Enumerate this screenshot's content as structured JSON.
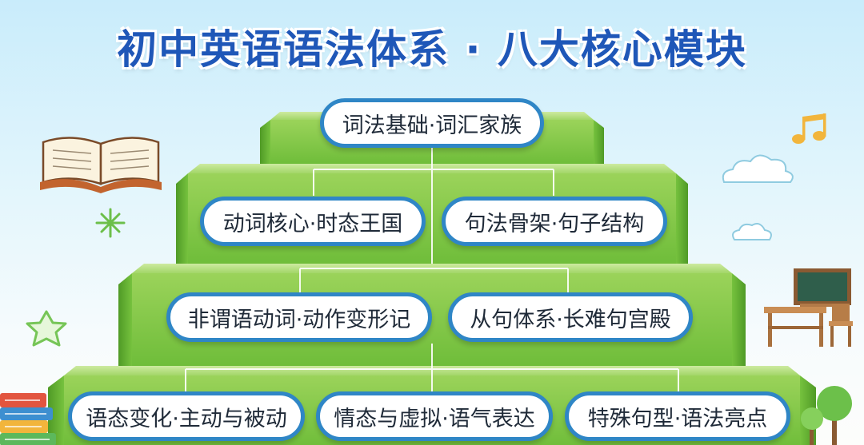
{
  "title": "初中英语语法体系 · 八大核心模块",
  "modules": [
    {
      "label": "词法基础·词汇家族"
    },
    {
      "label": "动词核心·时态王国"
    },
    {
      "label": "句法骨架·句子结构"
    },
    {
      "label": "非谓语动词·动作变形记"
    },
    {
      "label": "从句体系·长难句宫殿"
    },
    {
      "label": "语态变化·主动与被动"
    },
    {
      "label": "情态与虚拟·语气表达"
    },
    {
      "label": "特殊句型·语法亮点"
    }
  ],
  "colors": {
    "title": "#1f57b8",
    "pill_border": "#2f86c6",
    "pyramid_light": "#a8dc6a",
    "pyramid_dark": "#5fae2e",
    "sky": "#c9ecfb"
  },
  "decorations": [
    "open-book-icon",
    "music-note-icon",
    "cloud-icon",
    "sparkle-icon",
    "star-icon",
    "chalkboard-icon",
    "desk-icon",
    "chair-icon",
    "book-stack-icon",
    "tree-icon"
  ]
}
